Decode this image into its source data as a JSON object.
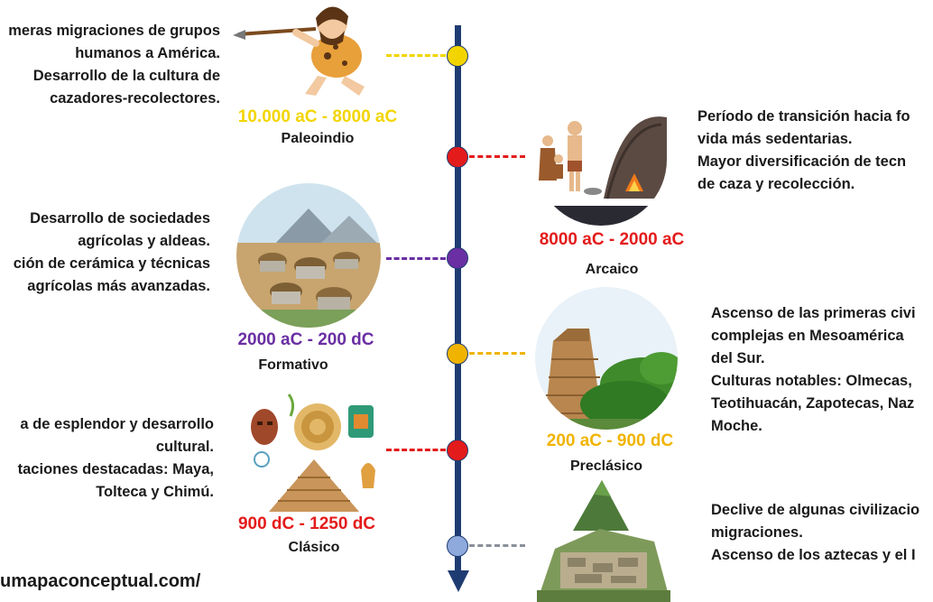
{
  "colors": {
    "axis": "#1f3c72",
    "paleoindio": "#f2d500",
    "arcaico": "#e41b1b",
    "formativo": "#6a2fa3",
    "preclasico": "#f0b400",
    "clasico": "#e41b1b",
    "postclasico": "#8ea9db"
  },
  "periods": [
    {
      "name": "Paleoindio",
      "date": "10.000 aC - 8000 aC",
      "description": [
        "meras migraciones de grupos",
        "humanos a América.",
        "Desarrollo de la cultura de",
        "cazadores-recolectores."
      ],
      "image_icon": "caveman-hunter-icon"
    },
    {
      "name": "Arcaico",
      "date": "8000 aC - 2000 aC",
      "description": [
        "Período de transición hacia fo",
        "vida más sedentarias.",
        "Mayor diversificación de tecn",
        "de caza y recolección."
      ],
      "image_icon": "family-hut-icon"
    },
    {
      "name": "Formativo",
      "date": "2000 aC - 200 dC",
      "description": [
        "Desarrollo de sociedades",
        "agrícolas y aldeas.",
        "ción de cerámica y técnicas",
        "agrícolas más avanzadas."
      ],
      "image_icon": "village-icon"
    },
    {
      "name": "Preclásico",
      "date": "200 aC - 900 dC",
      "description": [
        "Ascenso de las primeras civi",
        "complejas en Mesoamérica",
        "del Sur.",
        "Culturas notables: Olmecas,",
        "Teotihuacán, Zapotecas, Naz",
        "Moche."
      ],
      "image_icon": "pyramid-jungle-icon"
    },
    {
      "name": "Clásico",
      "date": "900 dC - 1250 dC",
      "description": [
        "a de esplendor y desarrollo",
        "cultural.",
        "taciones destacadas: Maya,",
        "Tolteca y Chimú."
      ],
      "image_icon": "mesoamerican-artifacts-icon"
    },
    {
      "name": "",
      "date": "",
      "description": [
        "Declive de algunas civilizacio",
        "migraciones.",
        "Ascenso de los aztecas y el I"
      ],
      "image_icon": "mountain-ruins-icon"
    }
  ],
  "footer": "umapaconceptual.com/"
}
